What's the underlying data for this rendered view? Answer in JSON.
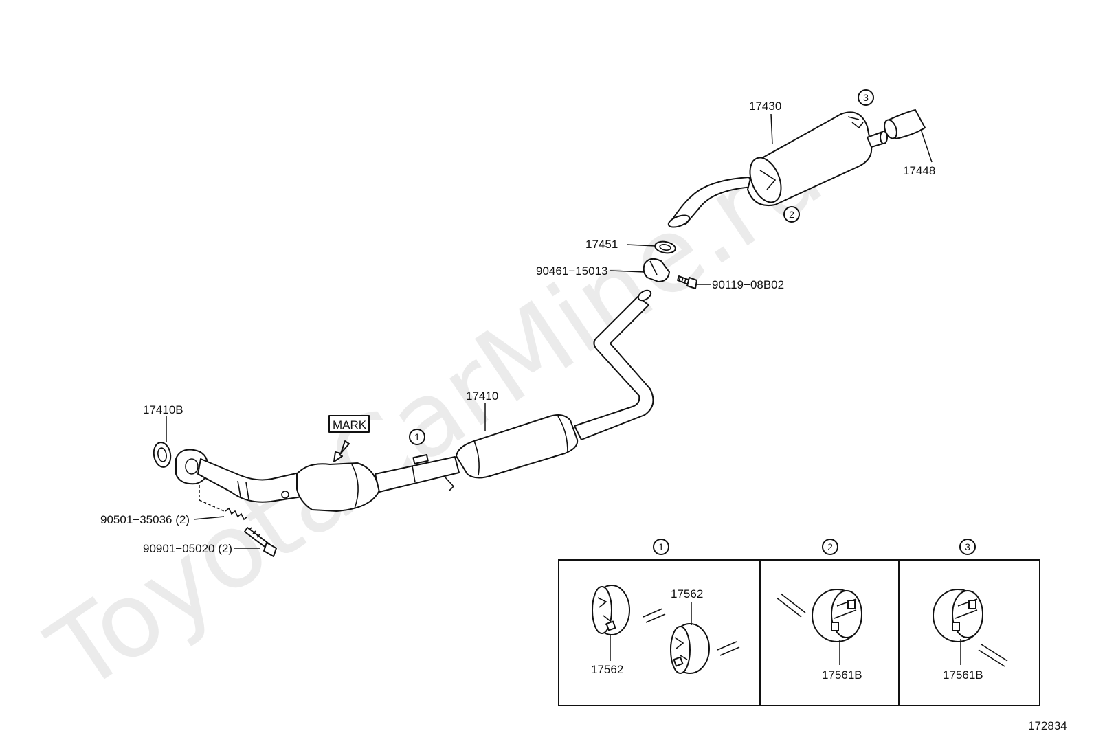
{
  "watermark": "ToyotaCarMine.ru",
  "diagram_id": "172834",
  "mark_label": "MARK",
  "labels": {
    "p17430": "17430",
    "p17448": "17448",
    "p17451": "17451",
    "p90461": "90461−15013",
    "p90119": "90119−08B02",
    "p17410": "17410",
    "p17410b": "17410B",
    "p90501": "90501−35036 (2)",
    "p90901": "90901−05020 (2)",
    "inset_1_a": "17562",
    "inset_1_b": "17562",
    "inset_2": "17561B",
    "inset_3": "17561B"
  },
  "callouts": {
    "c1": "1",
    "c2": "2",
    "c3": "3",
    "inset_1": "1",
    "inset_2": "2",
    "inset_3": "3"
  }
}
